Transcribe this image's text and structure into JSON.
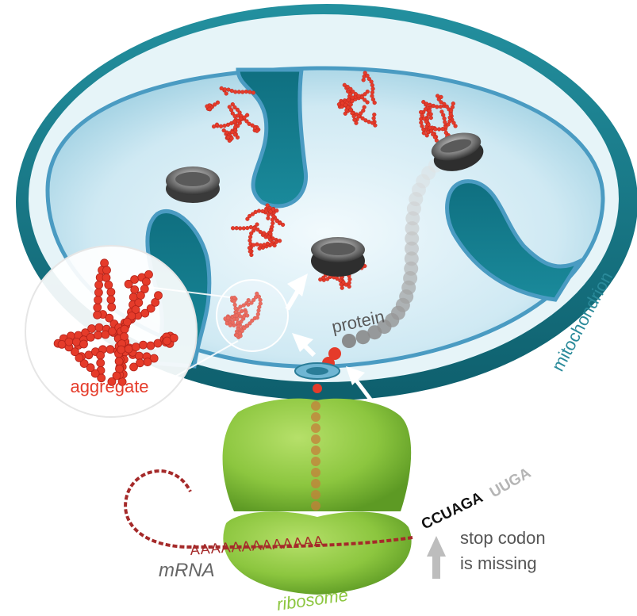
{
  "labels": {
    "aggregate": "aggregate",
    "protein": "protein",
    "mitochondrion": "mitochondrion",
    "mrna": "mRNA",
    "ribosome": "ribosome",
    "stop_codon_line1": "stop codon",
    "stop_codon_line2": "is missing",
    "sequence_dark": "CCUAGA",
    "sequence_faded": "UUGA",
    "poly_a": "AAAAAAAAAAAAA"
  },
  "colors": {
    "outer_membrane": "#1a7d8c",
    "matrix": "#d4ecf4",
    "inner_membrane": "#4a9bc2",
    "cristae_fill": "#137a8a",
    "aggregate_red": "#e53b2a",
    "ribosome_green": "#8cc63f",
    "mrna_red": "#a52a2a",
    "label_teal": "#2a8a9a",
    "label_gray": "#666666"
  }
}
